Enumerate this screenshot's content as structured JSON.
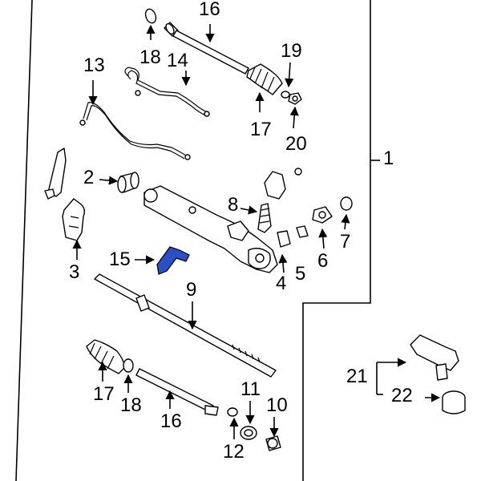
{
  "diagram": {
    "highlight_color": "#2b4fc4",
    "callouts": {
      "c1": "1",
      "c2": "2",
      "c3": "3",
      "c4": "4",
      "c5": "5",
      "c6": "6",
      "c7": "7",
      "c8": "8",
      "c9": "9",
      "c10": "10",
      "c11": "11",
      "c12": "12",
      "c13": "13",
      "c14": "14",
      "c15": "15",
      "c16_top": "16",
      "c16_bottom": "16",
      "c17_top": "17",
      "c17_bottom": "17",
      "c18_top": "18",
      "c18_bottom": "18",
      "c19": "19",
      "c20": "20",
      "c21": "21",
      "c22": "22"
    }
  }
}
